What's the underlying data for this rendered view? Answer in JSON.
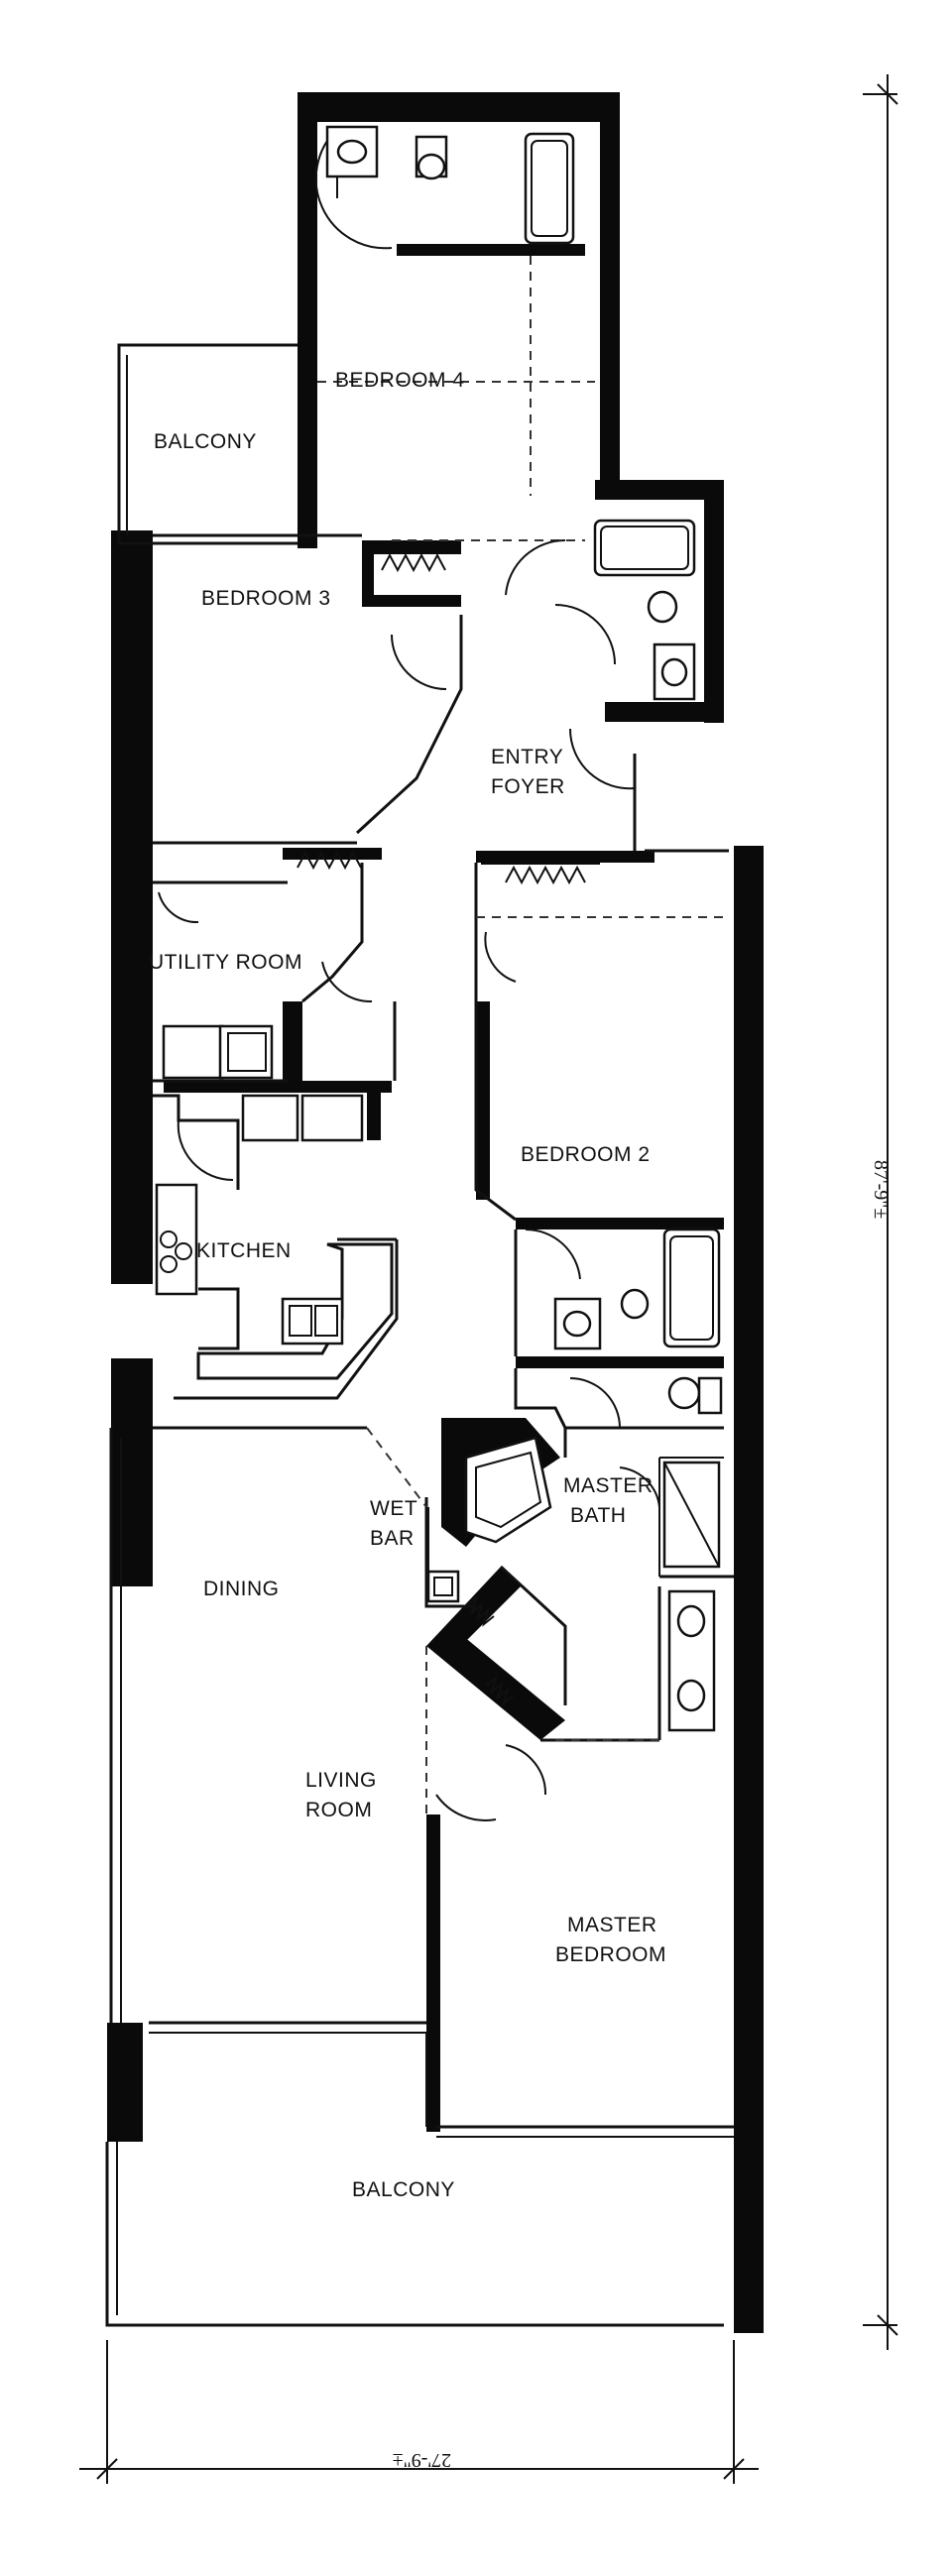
{
  "rooms": {
    "bedroom_4": "BEDROOM 4",
    "balcony_upper": "BALCONY",
    "bedroom_3": "BEDROOM 3",
    "entry_line1": "ENTRY",
    "entry_line2": "FOYER",
    "utility_room": "UTILITY ROOM",
    "bedroom_2": "BEDROOM 2",
    "kitchen": "KITCHEN",
    "master_bath_line1": "MASTER",
    "master_bath_line2": "BATH",
    "wet_bar_line1": "WET",
    "wet_bar_line2": "BAR",
    "dining": "DINING",
    "living_line1": "LIVING",
    "living_line2": "ROOM",
    "master_bedroom_line1": "MASTER",
    "master_bedroom_line2": "BEDROOM",
    "balcony_lower": "BALCONY"
  },
  "dimensions": {
    "overall_height": "87'-9\"±",
    "overall_width": "27'-9\"±"
  }
}
